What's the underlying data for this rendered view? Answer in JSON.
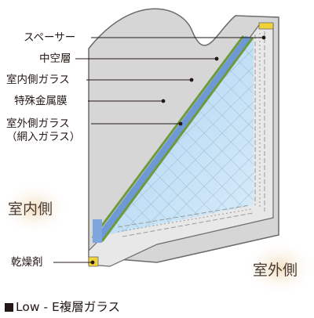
{
  "labels": {
    "spacer": "スペーサー",
    "hollow_layer": "中空層",
    "indoor_glass": "室内側ガラス",
    "special_metal_film": "特殊金属膜",
    "outdoor_glass_line1": "室外側ガラス",
    "outdoor_glass_line2": "（網入ガラス）",
    "desiccant": "乾燥剤"
  },
  "sides": {
    "indoor": "室内側",
    "outdoor": "室外側"
  },
  "caption": "Low - E複層ガラス",
  "colors": {
    "frame_face": "#e6e6e6",
    "frame_edge": "#7a7a7a",
    "wall_fill": "#d9d9d9",
    "glass_blue": "#b8dcf3",
    "glass_edge_blue": "#5f8fd0",
    "film_green": "#6f9a3c",
    "spacer_yellow": "#f0d23a",
    "glow": "#f6e4c8"
  }
}
